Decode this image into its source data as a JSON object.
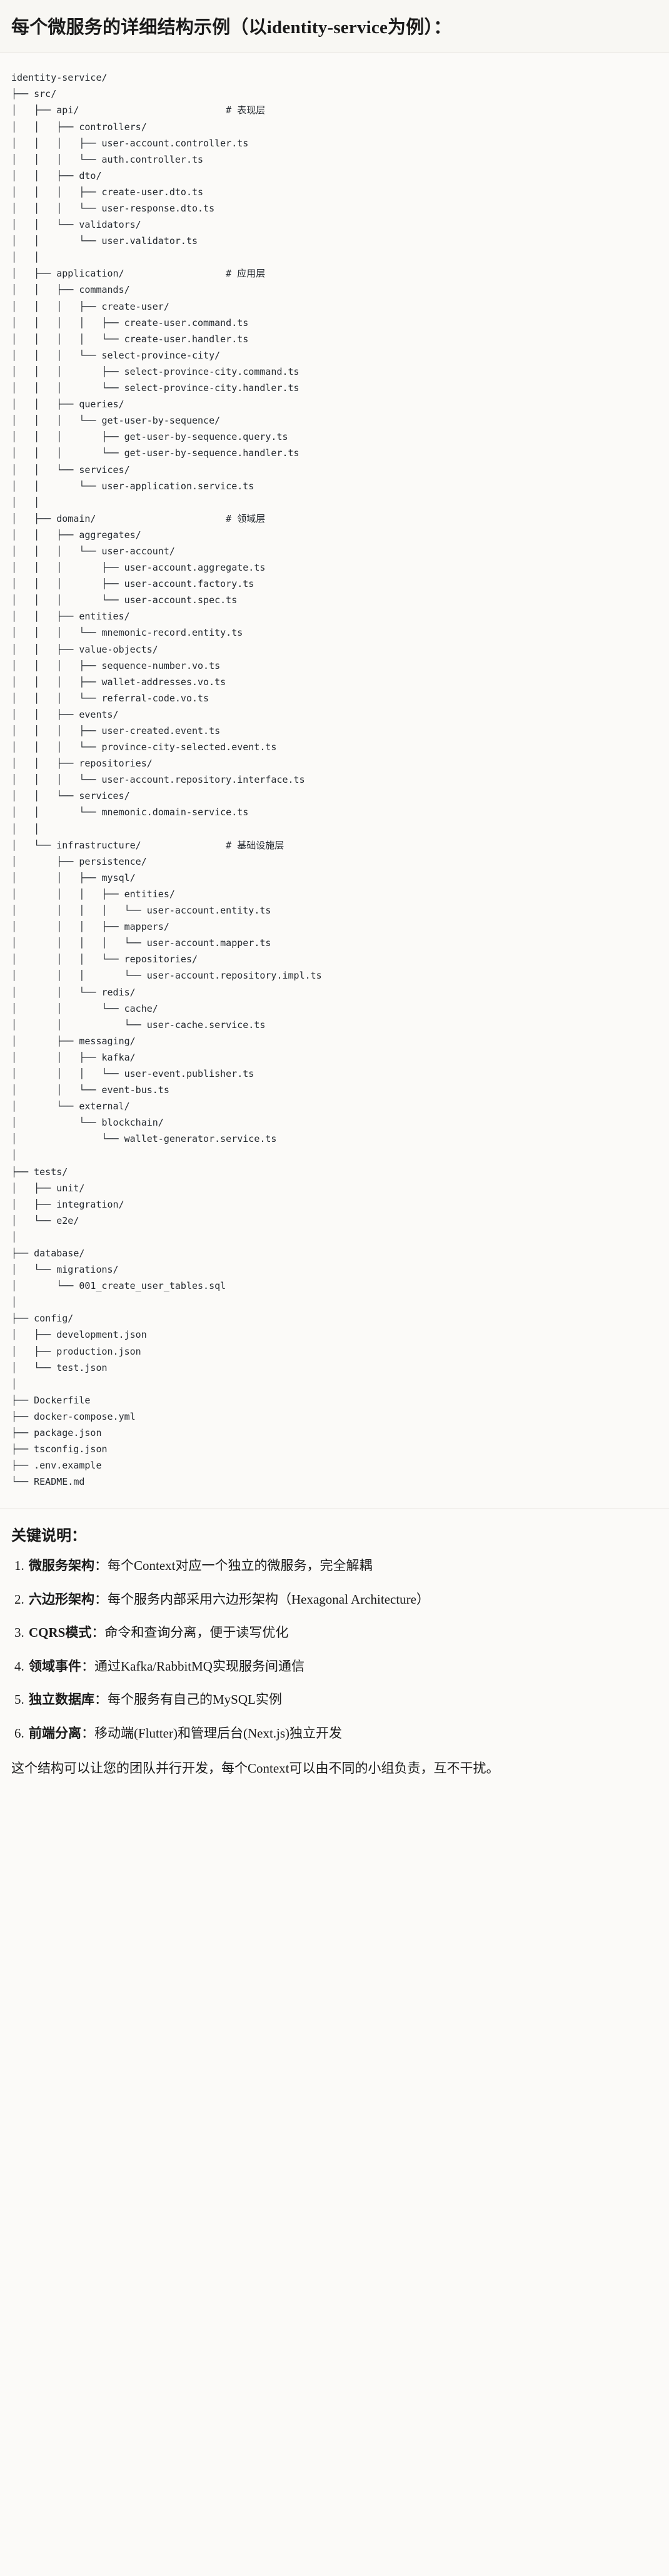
{
  "header": {
    "title": "每个微服务的详细结构示例（以identity-service为例）："
  },
  "tree": {
    "root": "identity-service/",
    "text": "identity-service/\n├── src/\n│   ├── api/                          # 表现层\n│   │   ├── controllers/\n│   │   │   ├── user-account.controller.ts\n│   │   │   └── auth.controller.ts\n│   │   ├── dto/\n│   │   │   ├── create-user.dto.ts\n│   │   │   └── user-response.dto.ts\n│   │   └── validators/\n│   │       └── user.validator.ts\n│   │\n│   ├── application/                  # 应用层\n│   │   ├── commands/\n│   │   │   ├── create-user/\n│   │   │   │   ├── create-user.command.ts\n│   │   │   │   └── create-user.handler.ts\n│   │   │   └── select-province-city/\n│   │   │       ├── select-province-city.command.ts\n│   │   │       └── select-province-city.handler.ts\n│   │   ├── queries/\n│   │   │   └── get-user-by-sequence/\n│   │   │       ├── get-user-by-sequence.query.ts\n│   │   │       └── get-user-by-sequence.handler.ts\n│   │   └── services/\n│   │       └── user-application.service.ts\n│   │\n│   ├── domain/                       # 领域层\n│   │   ├── aggregates/\n│   │   │   └── user-account/\n│   │   │       ├── user-account.aggregate.ts\n│   │   │       ├── user-account.factory.ts\n│   │   │       └── user-account.spec.ts\n│   │   ├── entities/\n│   │   │   └── mnemonic-record.entity.ts\n│   │   ├── value-objects/\n│   │   │   ├── sequence-number.vo.ts\n│   │   │   ├── wallet-addresses.vo.ts\n│   │   │   └── referral-code.vo.ts\n│   │   ├── events/\n│   │   │   ├── user-created.event.ts\n│   │   │   └── province-city-selected.event.ts\n│   │   ├── repositories/\n│   │   │   └── user-account.repository.interface.ts\n│   │   └── services/\n│   │       └── mnemonic.domain-service.ts\n│   │\n│   └── infrastructure/               # 基础设施层\n│       ├── persistence/\n│       │   ├── mysql/\n│       │   │   ├── entities/\n│       │   │   │   └── user-account.entity.ts\n│       │   │   ├── mappers/\n│       │   │   │   └── user-account.mapper.ts\n│       │   │   └── repositories/\n│       │   │       └── user-account.repository.impl.ts\n│       │   └── redis/\n│       │       └── cache/\n│       │           └── user-cache.service.ts\n│       ├── messaging/\n│       │   ├── kafka/\n│       │   │   └── user-event.publisher.ts\n│       │   └── event-bus.ts\n│       └── external/\n│           └── blockchain/\n│               └── wallet-generator.service.ts\n│\n├── tests/\n│   ├── unit/\n│   ├── integration/\n│   └── e2e/\n│\n├── database/\n│   └── migrations/\n│       └── 001_create_user_tables.sql\n│\n├── config/\n│   ├── development.json\n│   ├── production.json\n│   └── test.json\n│\n├── Dockerfile\n├── docker-compose.yml\n├── package.json\n├── tsconfig.json\n├── .env.example\n└── README.md",
    "layer_comments": [
      "# 表现层",
      "# 应用层",
      "# 领域层",
      "# 基础设施层"
    ]
  },
  "notes": {
    "heading": "关键说明：",
    "items": [
      {
        "term": "微服务架构",
        "sep": "：",
        "body": "每个Context对应一个独立的微服务，完全解耦"
      },
      {
        "term": "六边形架构",
        "sep": "：",
        "body": "每个服务内部采用六边形架构（Hexagonal Architecture）"
      },
      {
        "term": "CQRS模式",
        "sep": "：",
        "body": "命令和查询分离，便于读写优化"
      },
      {
        "term": "领域事件",
        "sep": "：",
        "body": "通过Kafka/RabbitMQ实现服务间通信"
      },
      {
        "term": "独立数据库",
        "sep": "：",
        "body": "每个服务有自己的MySQL实例"
      },
      {
        "term": "前端分离",
        "sep": "：",
        "body": "移动端(Flutter)和管理后台(Next.js)独立开发"
      }
    ],
    "closing": "这个结构可以让您的团队并行开发，每个Context可以由不同的小组负责，互不干扰。"
  }
}
